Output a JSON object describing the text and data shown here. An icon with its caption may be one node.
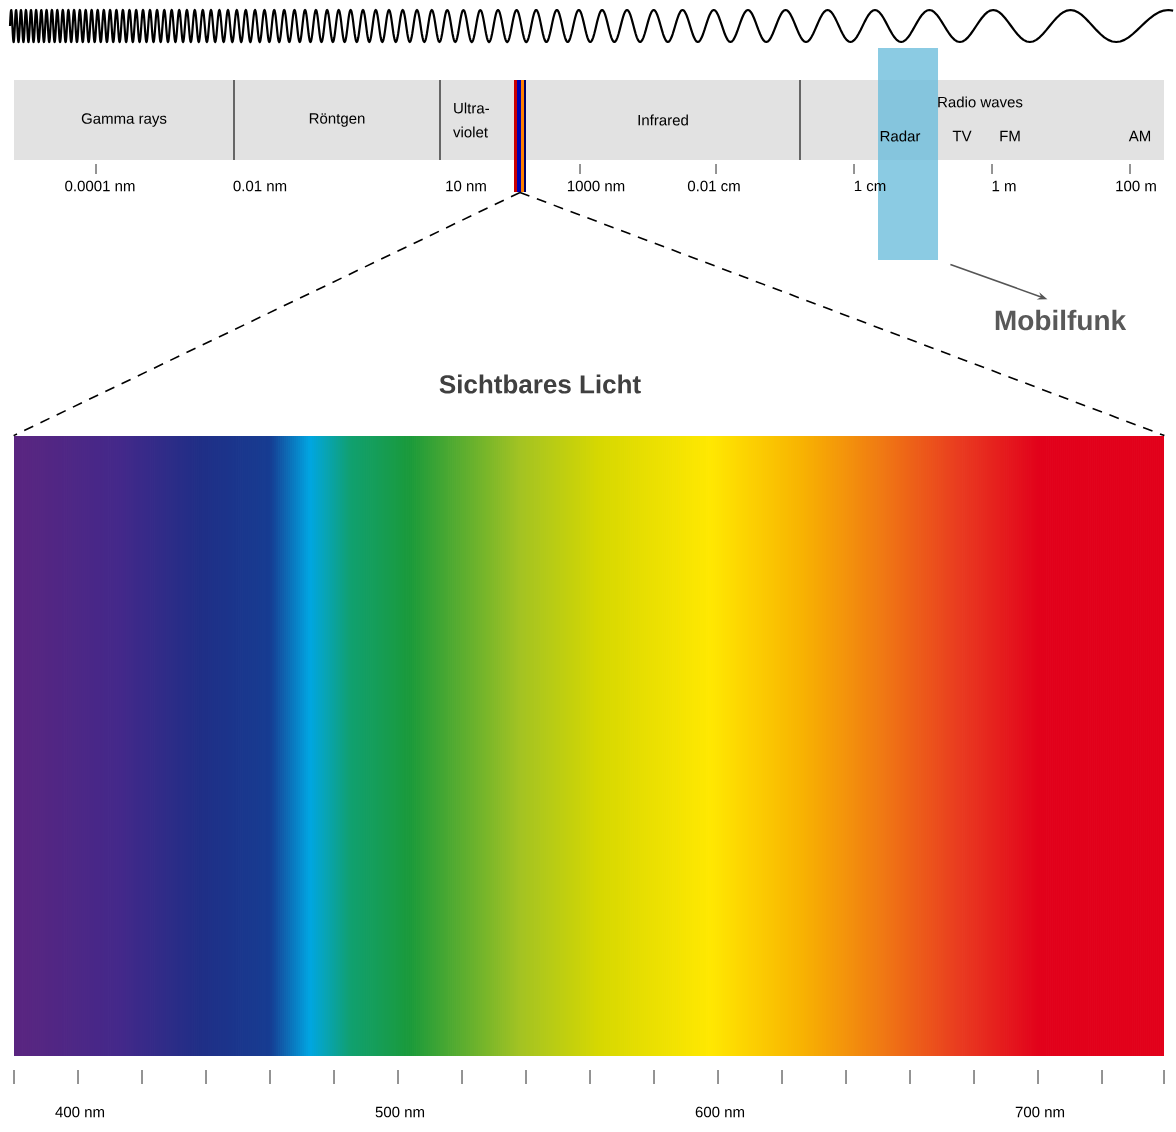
{
  "diagram": {
    "nodes": [
      {
        "text": [
          "Gamma rays"
        ]
      },
      {
        "text": [
          "Röntgen"
        ]
      },
      {
        "text": [
          "Ultra-violet"
        ]
      },
      {
        "text": [],
        "shape": "bar"
      },
      {
        "text": [
          "Infrared"
        ]
      },
      {
        "text": [
          "Radio waves"
        ]
      },
      {
        "text": [],
        "shape": "box"
      },
      {
        "text": [
          "Mobilfunk"
        ]
      },
      {
        "text": [
          "Sichtbares Licht"
        ]
      }
    ],
    "edges": [
      {
        "from": 3,
        "to": 8,
        "arrow": "none",
        "style": "dashed"
      },
      {
        "from": 3,
        "to": 8,
        "arrow": "none",
        "style": "dashed"
      },
      {
        "from": 6,
        "to": 7,
        "arrow": "to",
        "color": "#555555"
      }
    ],
    "labels": [
      "Radar",
      "TV",
      "FM",
      "AM",
      "0.0001 nm",
      "0.01 nm",
      "10 nm",
      "1000 nm",
      "0.01 cm",
      "1 cm",
      "1 m",
      "100 m",
      "400 nm",
      "500 nm",
      "600 nm",
      "700 nm"
    ]
  }
}
